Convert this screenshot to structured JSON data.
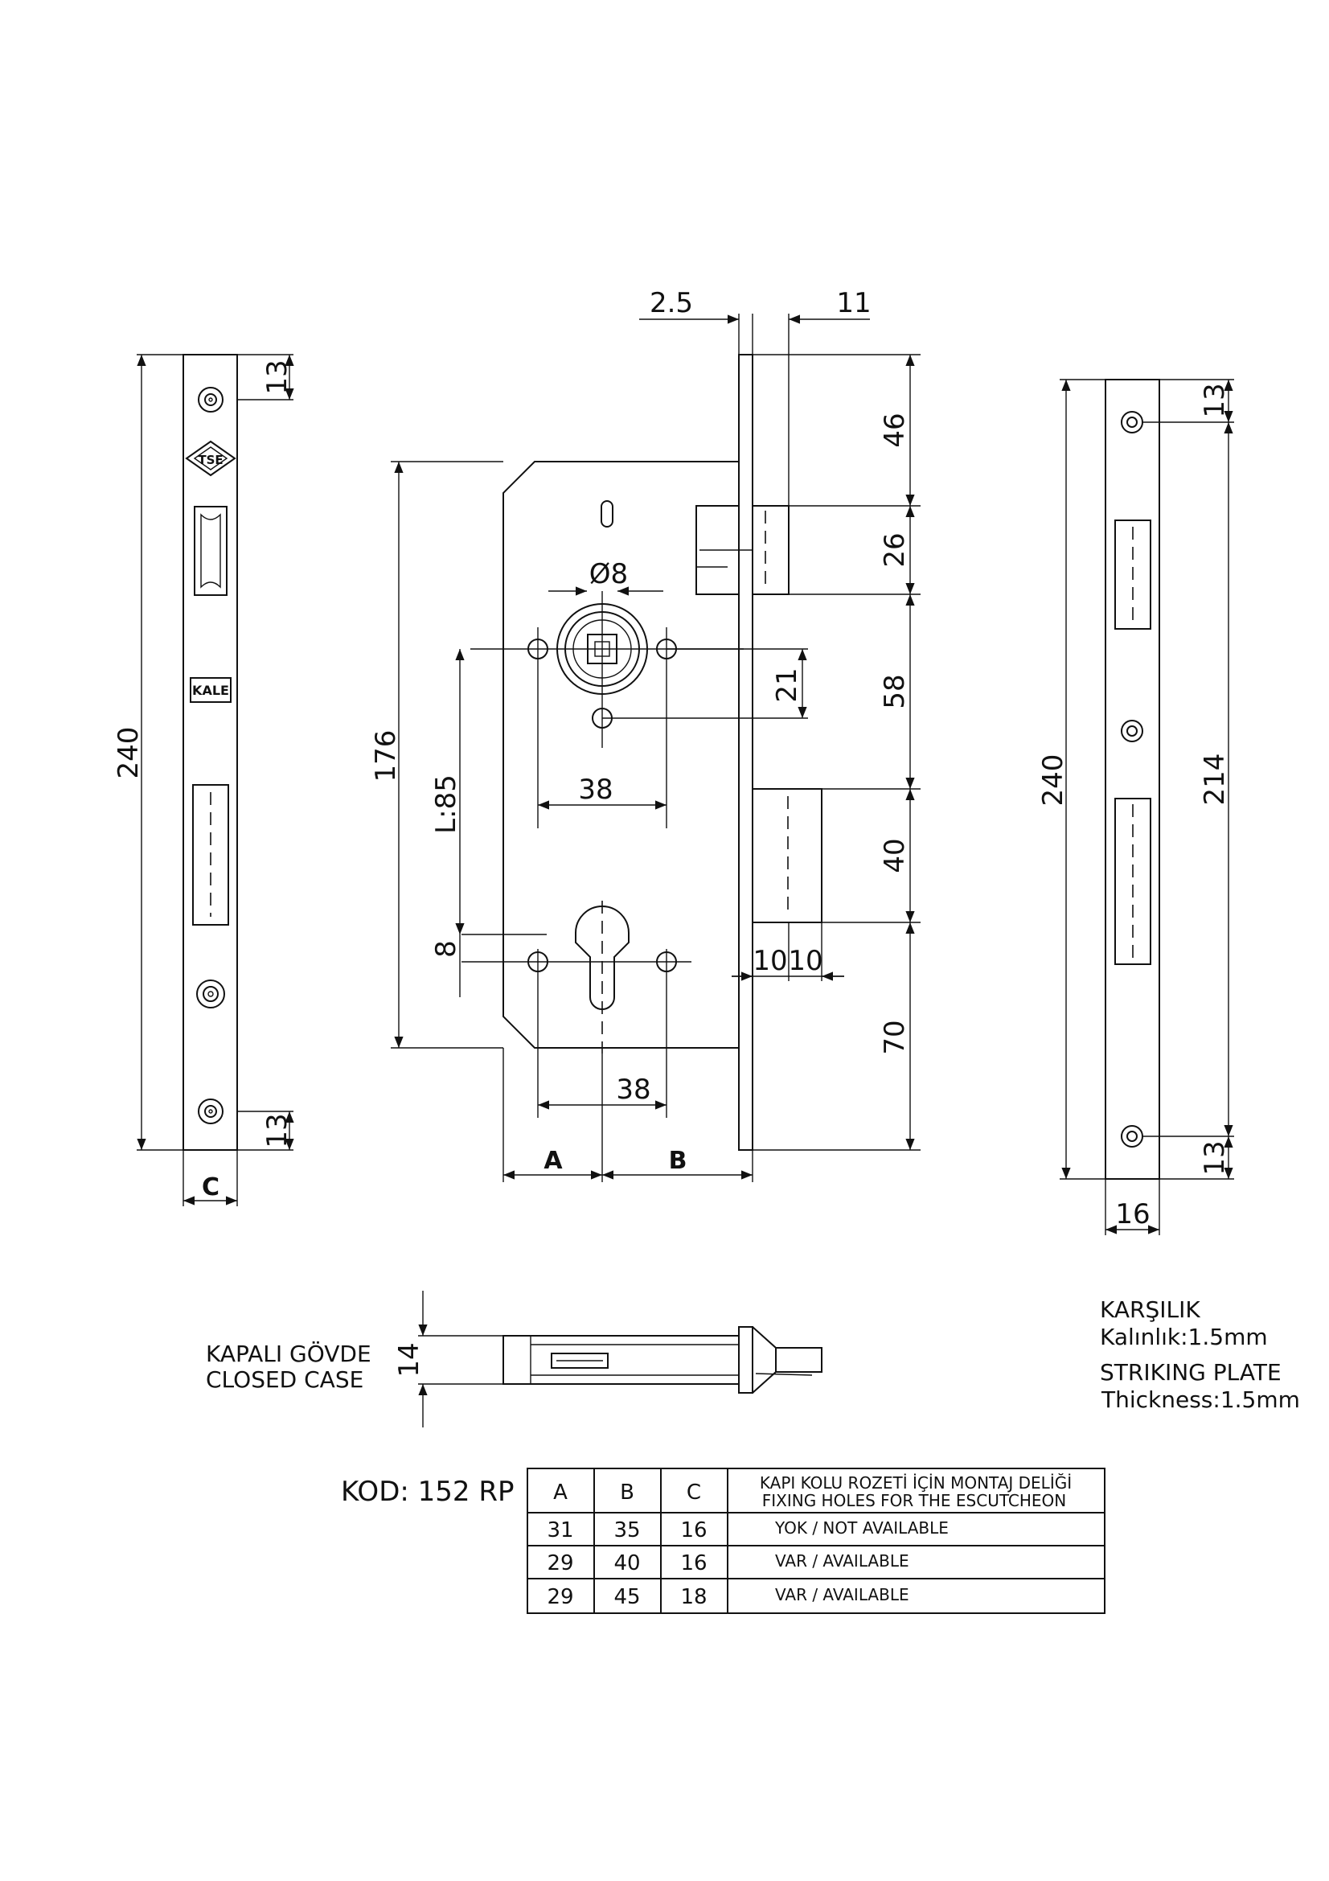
{
  "front_plate_dims": {
    "height": "240",
    "top_offset": "13",
    "bottom_offset": "13",
    "width_label": "C"
  },
  "front_plate_logos": {
    "tse": "TSE",
    "kale": "KALE"
  },
  "body_dims": {
    "top_a": "2.5",
    "top_b": "11",
    "height": "176",
    "spindle_diameter": "Ø8",
    "backset_l": "L:85",
    "upper_hole_spacing": "38",
    "lower_hole_spacing": "38",
    "offset_21": "21",
    "offset_8": "8",
    "right_46": "46",
    "right_26": "26",
    "right_58": "58",
    "right_40": "40",
    "right_70": "70",
    "latch_10a": "10",
    "latch_10b": "10",
    "label_a": "A",
    "label_b": "B"
  },
  "striking_plate_dims": {
    "height": "240",
    "hole_span": "214",
    "top": "13",
    "bottom": "13",
    "width": "16"
  },
  "closed_case": {
    "label_tr": "KAPALI GÖVDE",
    "label_en": "CLOSED CASE",
    "thickness": "14"
  },
  "striking_plate_note": {
    "title_tr": "KARŞILIK",
    "thickness_tr": "Kalınlık:1.5mm",
    "title_en": "STRIKING PLATE",
    "thickness_en": "Thickness:1.5mm"
  },
  "code_label": "KOD: 152 RP",
  "table": {
    "headers": [
      "A",
      "B",
      "C"
    ],
    "header_desc_tr": "KAPI KOLU ROZETİ İÇİN MONTAJ DELİĞİ",
    "header_desc_en": "FIXING HOLES FOR THE ESCUTCHEON",
    "rows": [
      {
        "a": "31",
        "b": "35",
        "c": "16",
        "desc": "YOK / NOT AVAILABLE"
      },
      {
        "a": "29",
        "b": "40",
        "c": "16",
        "desc": "VAR / AVAILABLE"
      },
      {
        "a": "29",
        "b": "45",
        "c": "18",
        "desc": "VAR / AVAILABLE"
      }
    ]
  }
}
